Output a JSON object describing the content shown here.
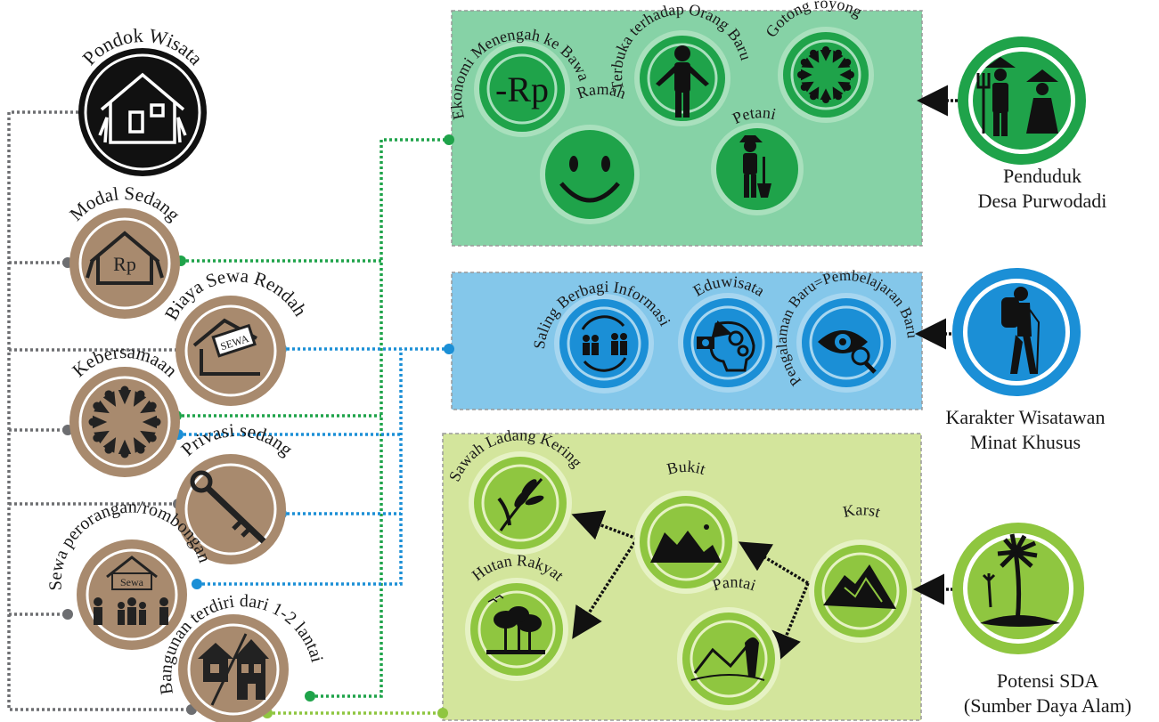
{
  "colors": {
    "brown": "#a88a6e",
    "green": "#1fa34a",
    "green_panel": "#86d2a6",
    "blue": "#1b8fd6",
    "blue_panel": "#84c7ea",
    "lime": "#8fc640",
    "lime_panel": "#d3e59c",
    "dot_gray": "#6d6e71",
    "dark": "#111111"
  },
  "pondok": {
    "title": "Pondok Wisata",
    "icon": "house-icon"
  },
  "attributes": [
    {
      "id": "modal",
      "label": "Modal Sedang",
      "icon": "house-rp-icon",
      "inner_text": "Rp"
    },
    {
      "id": "biaya",
      "label": "Biaya Sewa Rendah",
      "icon": "sewa-sign-icon",
      "inner_text": "SEWA"
    },
    {
      "id": "kebersamaan",
      "label": "Kebersamaan",
      "icon": "people-circle-icon"
    },
    {
      "id": "privasi",
      "label": "Privasi sedang",
      "icon": "key-icon"
    },
    {
      "id": "sewa",
      "label": "Sewa perorangan/rombongan",
      "icon": "group-rent-icon",
      "inner_text": "Sewa"
    },
    {
      "id": "bangunan",
      "label": "Bangunan terdiri dari 1-2 lantai",
      "icon": "buildings-icon"
    }
  ],
  "penduduk": {
    "label_line1": "Penduduk",
    "label_line2": "Desa Purwodadi",
    "icon": "farmers-icon",
    "items": [
      {
        "id": "ekonomi",
        "label": "Ekonomi Menengah ke Bawah",
        "icon": "minus-rp-icon",
        "inner_text": "-Rp"
      },
      {
        "id": "terbuka",
        "label": "Terbuka terhadap Orang Baru",
        "icon": "person-open-arms-icon"
      },
      {
        "id": "gotong",
        "label": "Gotong royong",
        "icon": "people-circle-icon"
      },
      {
        "id": "ramah",
        "label": "Ramah",
        "icon": "smiley-icon"
      },
      {
        "id": "petani",
        "label": "Petani",
        "icon": "farmer-shovel-icon"
      }
    ]
  },
  "wisatawan": {
    "label_line1": "Karakter Wisatawan",
    "label_line2": "Minat Khusus",
    "icon": "backpacker-icon",
    "items": [
      {
        "id": "saling",
        "label": "Saling Berbagi Informasi",
        "icon": "share-info-icon"
      },
      {
        "id": "eduwisata",
        "label": "Eduwisata",
        "icon": "camera-head-gears-icon"
      },
      {
        "id": "pengalaman",
        "label": "Pengalaman Baru=Pembelajaran Baru",
        "icon": "eye-magnifier-icon"
      }
    ]
  },
  "sda": {
    "label_line1": "Potensi SDA",
    "label_line2": "(Sumber Daya Alam)",
    "icon": "palm-island-icon",
    "items": [
      {
        "id": "sawah",
        "label": "Sawah Ladang Kering",
        "icon": "rice-icon"
      },
      {
        "id": "bukit",
        "label": "Bukit",
        "icon": "hills-icon"
      },
      {
        "id": "karst",
        "label": "Karst",
        "icon": "karst-mountain-icon"
      },
      {
        "id": "hutan",
        "label": "Hutan Rakyat",
        "icon": "forest-icon"
      },
      {
        "id": "pantai",
        "label": "Pantai",
        "icon": "beach-icon"
      }
    ]
  }
}
